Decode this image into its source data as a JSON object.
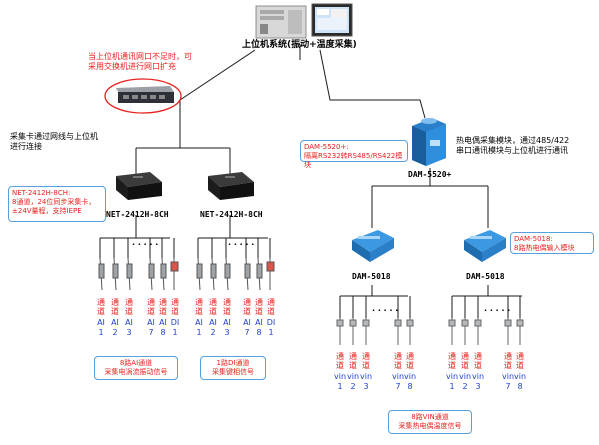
{
  "upper": {
    "title": "上位机系统(振动+温度采集)"
  },
  "switch_note": [
    "当上位机通讯网口不足时，可",
    "采用交换机进行网口扩充"
  ],
  "acq_note": [
    "采集卡通过网线与上位机",
    "进行连接"
  ],
  "net_note": [
    "NET-2412H-8CH:",
    "8通道，24位同步采集卡，",
    "±24V量程，支持IEPE"
  ],
  "dam5520": {
    "label": "DAM-5520+",
    "note": [
      "DAM-5520+:",
      "隔离RS232转RS485/RS422模块"
    ],
    "desc": [
      "热电偶采集模块，通过485/422",
      "串口通讯模块与上位机进行通讯"
    ]
  },
  "net_devices": [
    "NET-2412H-8CH",
    "NET-2412H-8CH"
  ],
  "dam5018": {
    "labels": [
      "DAM-5018",
      "DAM-5018"
    ],
    "note": [
      "DAM-5018:",
      "8路热电偶输入模块"
    ]
  },
  "dots": "· · · · ·",
  "channels_left": {
    "top": [
      "通",
      "通",
      "通",
      "通",
      "通",
      "通"
    ],
    "mid": [
      "道",
      "道",
      "道",
      "道",
      "道",
      "道"
    ],
    "type": [
      "AI",
      "AI",
      "AI",
      "AI",
      "AI",
      "DI"
    ],
    "num": [
      "1",
      "2",
      "3",
      "7",
      "8",
      "1"
    ]
  },
  "channels_right_a": {
    "top": [
      "通",
      "通",
      "通",
      "通",
      "通",
      "通"
    ],
    "mid": [
      "道",
      "道",
      "道",
      "道",
      "道",
      "道"
    ],
    "type": [
      "AI",
      "AI",
      "AI",
      "AI",
      "AI",
      "DI"
    ],
    "num": [
      "1",
      "2",
      "3",
      "7",
      "8",
      "1"
    ]
  },
  "vin_left": {
    "top": [
      "通",
      "通",
      "通",
      "通",
      "通"
    ],
    "mid": [
      "道",
      "道",
      "道",
      "道",
      "道"
    ],
    "type": [
      "vin",
      "vin",
      "vin",
      "vin",
      "vin"
    ],
    "num": [
      "1",
      "2",
      "3",
      "7",
      "8"
    ]
  },
  "vin_right": {
    "top": [
      "通",
      "通",
      "通",
      "通",
      "通"
    ],
    "mid": [
      "道",
      "道",
      "道",
      "道",
      "道"
    ],
    "type": [
      "vin",
      "vin",
      "vin",
      "vin",
      "vin"
    ],
    "num": [
      "1",
      "2",
      "3",
      "7",
      "8"
    ]
  },
  "summary_ai": [
    "8路AI通道",
    "采集电涡流振动信号"
  ],
  "summary_di": [
    "1路DI通道",
    "采集键相信号"
  ],
  "summary_vin": [
    "8路VIN通道",
    "采集热电偶温度信号"
  ],
  "colors": {
    "line": "#1a1a1a",
    "callout_border": "#5aa0d8",
    "red": "#e8201d",
    "module_blue": "#2a7fc8"
  }
}
